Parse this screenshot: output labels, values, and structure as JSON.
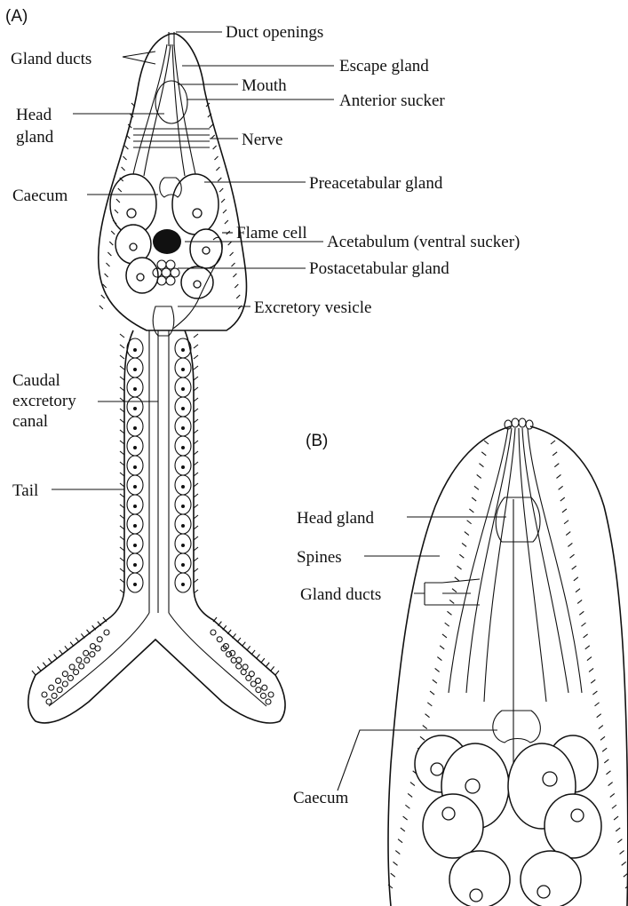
{
  "panels": {
    "a": "(A)",
    "b": "(B)"
  },
  "labels_a": {
    "duct_openings": "Duct openings",
    "gland_ducts": "Gland ducts",
    "escape_gland": "Escape gland",
    "mouth": "Mouth",
    "anterior_sucker": "Anterior sucker",
    "head_gland_1": "Head",
    "head_gland_2": "gland",
    "nerve": "Nerve",
    "caecum": "Caecum",
    "preacetabular_gland": "Preacetabular gland",
    "flame_cell": "Flame cell",
    "acetabulum": "Acetabulum (ventral sucker)",
    "postacetabular_gland": "Postacetabular gland",
    "excretory_vesicle": "Excretory vesicle",
    "caudal_1": "Caudal",
    "caudal_2": "excretory",
    "caudal_3": "canal",
    "tail": "Tail"
  },
  "labels_b": {
    "head_gland": "Head gland",
    "spines": "Spines",
    "gland_ducts": "Gland ducts",
    "caecum": "Caecum"
  }
}
